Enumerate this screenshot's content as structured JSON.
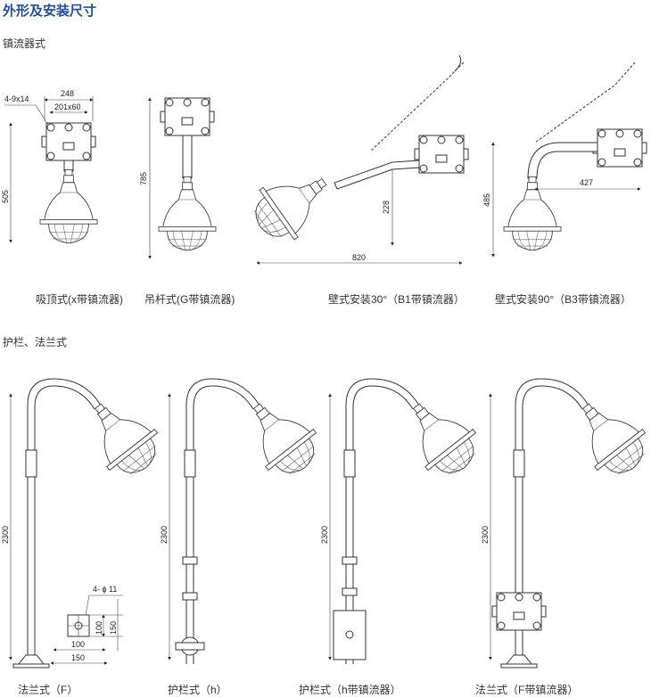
{
  "title": "外形及安装尺寸",
  "sections": {
    "ballast": {
      "heading": "镇流器式",
      "captions": [
        "吸顶式(x带镇流器)",
        "吊杆式(G带镇流器)",
        "壁式安装30°（B1带镇流器）",
        "壁式安装90°（B3带镇流器）"
      ],
      "dims": {
        "ceiling_width": "248",
        "ceiling_box": "201x60",
        "ceiling_holes": "4-9x14",
        "ceiling_height": "505",
        "pendant_height": "785",
        "wall30_drop": "228",
        "wall30_length": "820",
        "wall90_height": "485",
        "wall90_length": "427"
      }
    },
    "pole": {
      "heading": "护栏、法兰式",
      "captions": [
        "法兰式（F）",
        "护栏式（h）",
        "护栏式（h带镇流器）",
        "法兰式（F带镇流器）"
      ],
      "dims": {
        "height": "2300",
        "flange_holes": "4- ϕ 11",
        "flange_inner_w": "100",
        "flange_outer_w": "150",
        "flange_inner_h": "100",
        "flange_outer_h": "150"
      }
    }
  }
}
